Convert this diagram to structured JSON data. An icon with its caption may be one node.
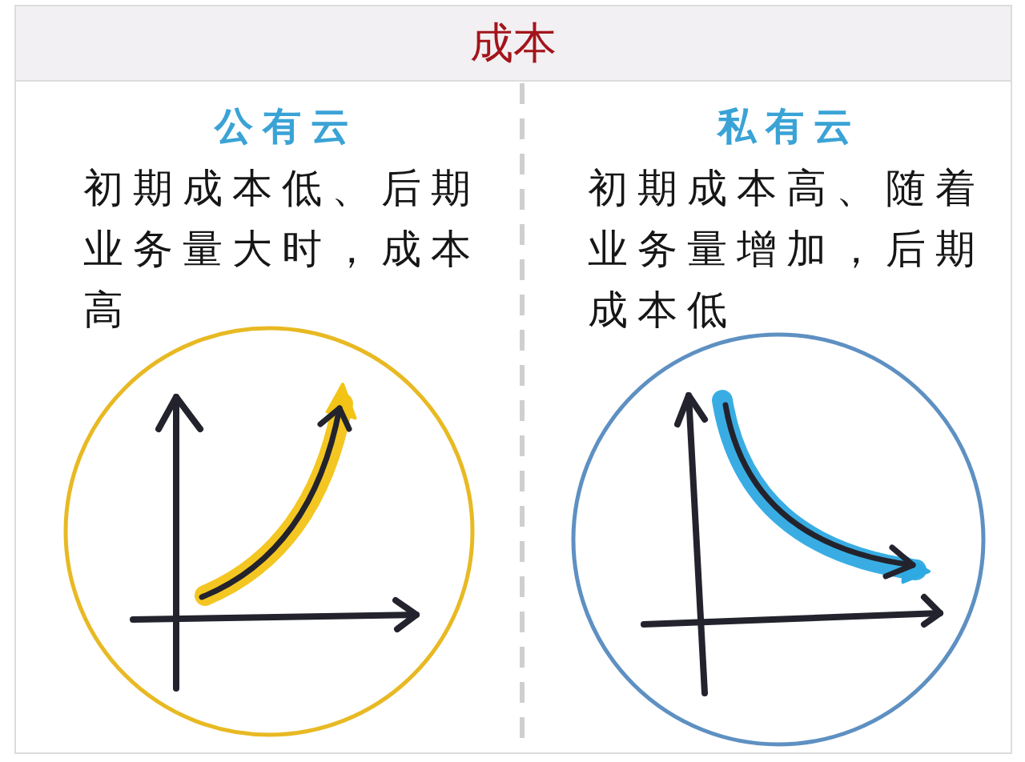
{
  "diagram": {
    "title": "成本",
    "labels": [
      "公有云",
      "初期成本低、后期业务量大时，成本高",
      "私有云",
      "初期成本高、随着业务量增加，后期成本低"
    ]
  }
}
